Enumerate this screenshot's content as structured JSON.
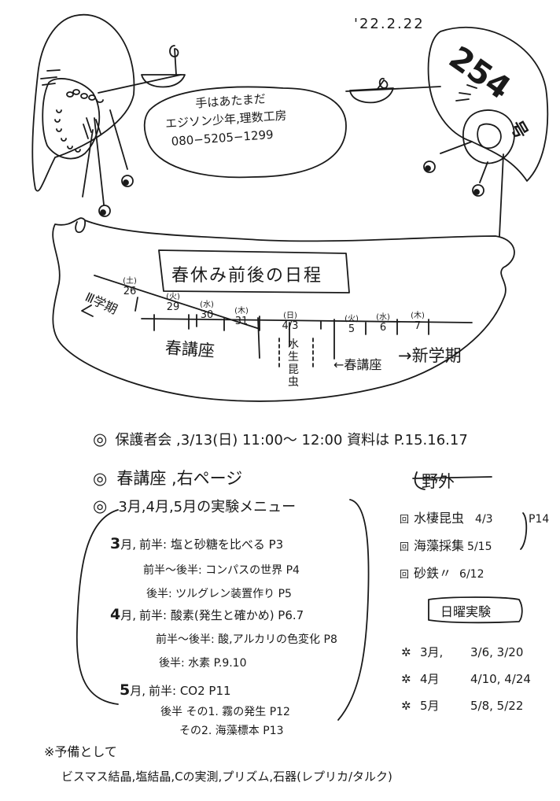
{
  "header": {
    "date": "'22.2.22",
    "issue_number": "254",
    "issue_unit": "号",
    "org_lines": [
      "手はあたまだ",
      "エジソン少年,理数工房",
      "080−5205−1299"
    ]
  },
  "schedule": {
    "title": "春休み前後の日程",
    "term3_label": "Ⅲ学期",
    "days": [
      {
        "weekday": "(土)",
        "day": "26"
      },
      {
        "weekday": "(火)",
        "day": "29"
      },
      {
        "weekday": "(水)",
        "day": "30"
      },
      {
        "weekday": "(木)",
        "day": "31"
      },
      {
        "weekday": "(日)",
        "day": "4/3"
      },
      {
        "weekday": "(火)",
        "day": "5"
      },
      {
        "weekday": "(水)",
        "day": "6"
      },
      {
        "weekday": "(木)",
        "day": "7"
      }
    ],
    "spring_course": "春講座",
    "insect_label": [
      "水",
      "生",
      "昆",
      "虫"
    ],
    "spring_course_after": "←春講座",
    "new_term": "→新学期"
  },
  "notices": [
    {
      "mark": "◎",
      "text": "保護者会 ,3/13(日) 11:00〜 12:00 資料は P.15.16.17"
    },
    {
      "mark": "◎",
      "text": "春講座 ,右ページ"
    },
    {
      "mark": "◎",
      "text": "3月,4月,5月の実験メニュー"
    }
  ],
  "menu": [
    {
      "month": "3",
      "label": "月,",
      "items": [
        "前半: 塩と砂糖を比べる P3",
        "前半〜後半: コンパスの世界 P4",
        "後半: ツルグレン装置作り P5"
      ]
    },
    {
      "month": "4",
      "label": "月,",
      "items": [
        "前半: 酸素(発生と確かめ) P6.7",
        "前半〜後半: 酸,アルカリの色変化 P8",
        "後半: 水素 P.9.10"
      ]
    },
    {
      "month": "5",
      "label": "月,",
      "items": [
        "前半: CO2 P11",
        "後半 その1. 霧の発生 P12",
        "その2. 海藻標本 P13"
      ]
    }
  ],
  "outdoor": {
    "title": "野外",
    "items": [
      {
        "mark": "回",
        "name": "水棲昆虫",
        "date": "4/3"
      },
      {
        "mark": "回",
        "name": "海藻採集",
        "date": "5/15"
      },
      {
        "mark": "回",
        "name": "砂鉄〃",
        "date": "6/12"
      }
    ],
    "page_ref": "P14"
  },
  "sunday": {
    "title": "日曜実験",
    "rows": [
      {
        "mark": "✲",
        "month": "3月,",
        "dates": "3/6, 3/20"
      },
      {
        "mark": "✲",
        "month": "4月",
        "dates": "4/10, 4/24"
      },
      {
        "mark": "✲",
        "month": "5月",
        "dates": "5/8, 5/22"
      }
    ]
  },
  "reserve": {
    "title": "※予備として",
    "text": "ビスマス結晶,塩結晶,Cの実測,プリズム,石器(レプリカ/タルク)"
  }
}
